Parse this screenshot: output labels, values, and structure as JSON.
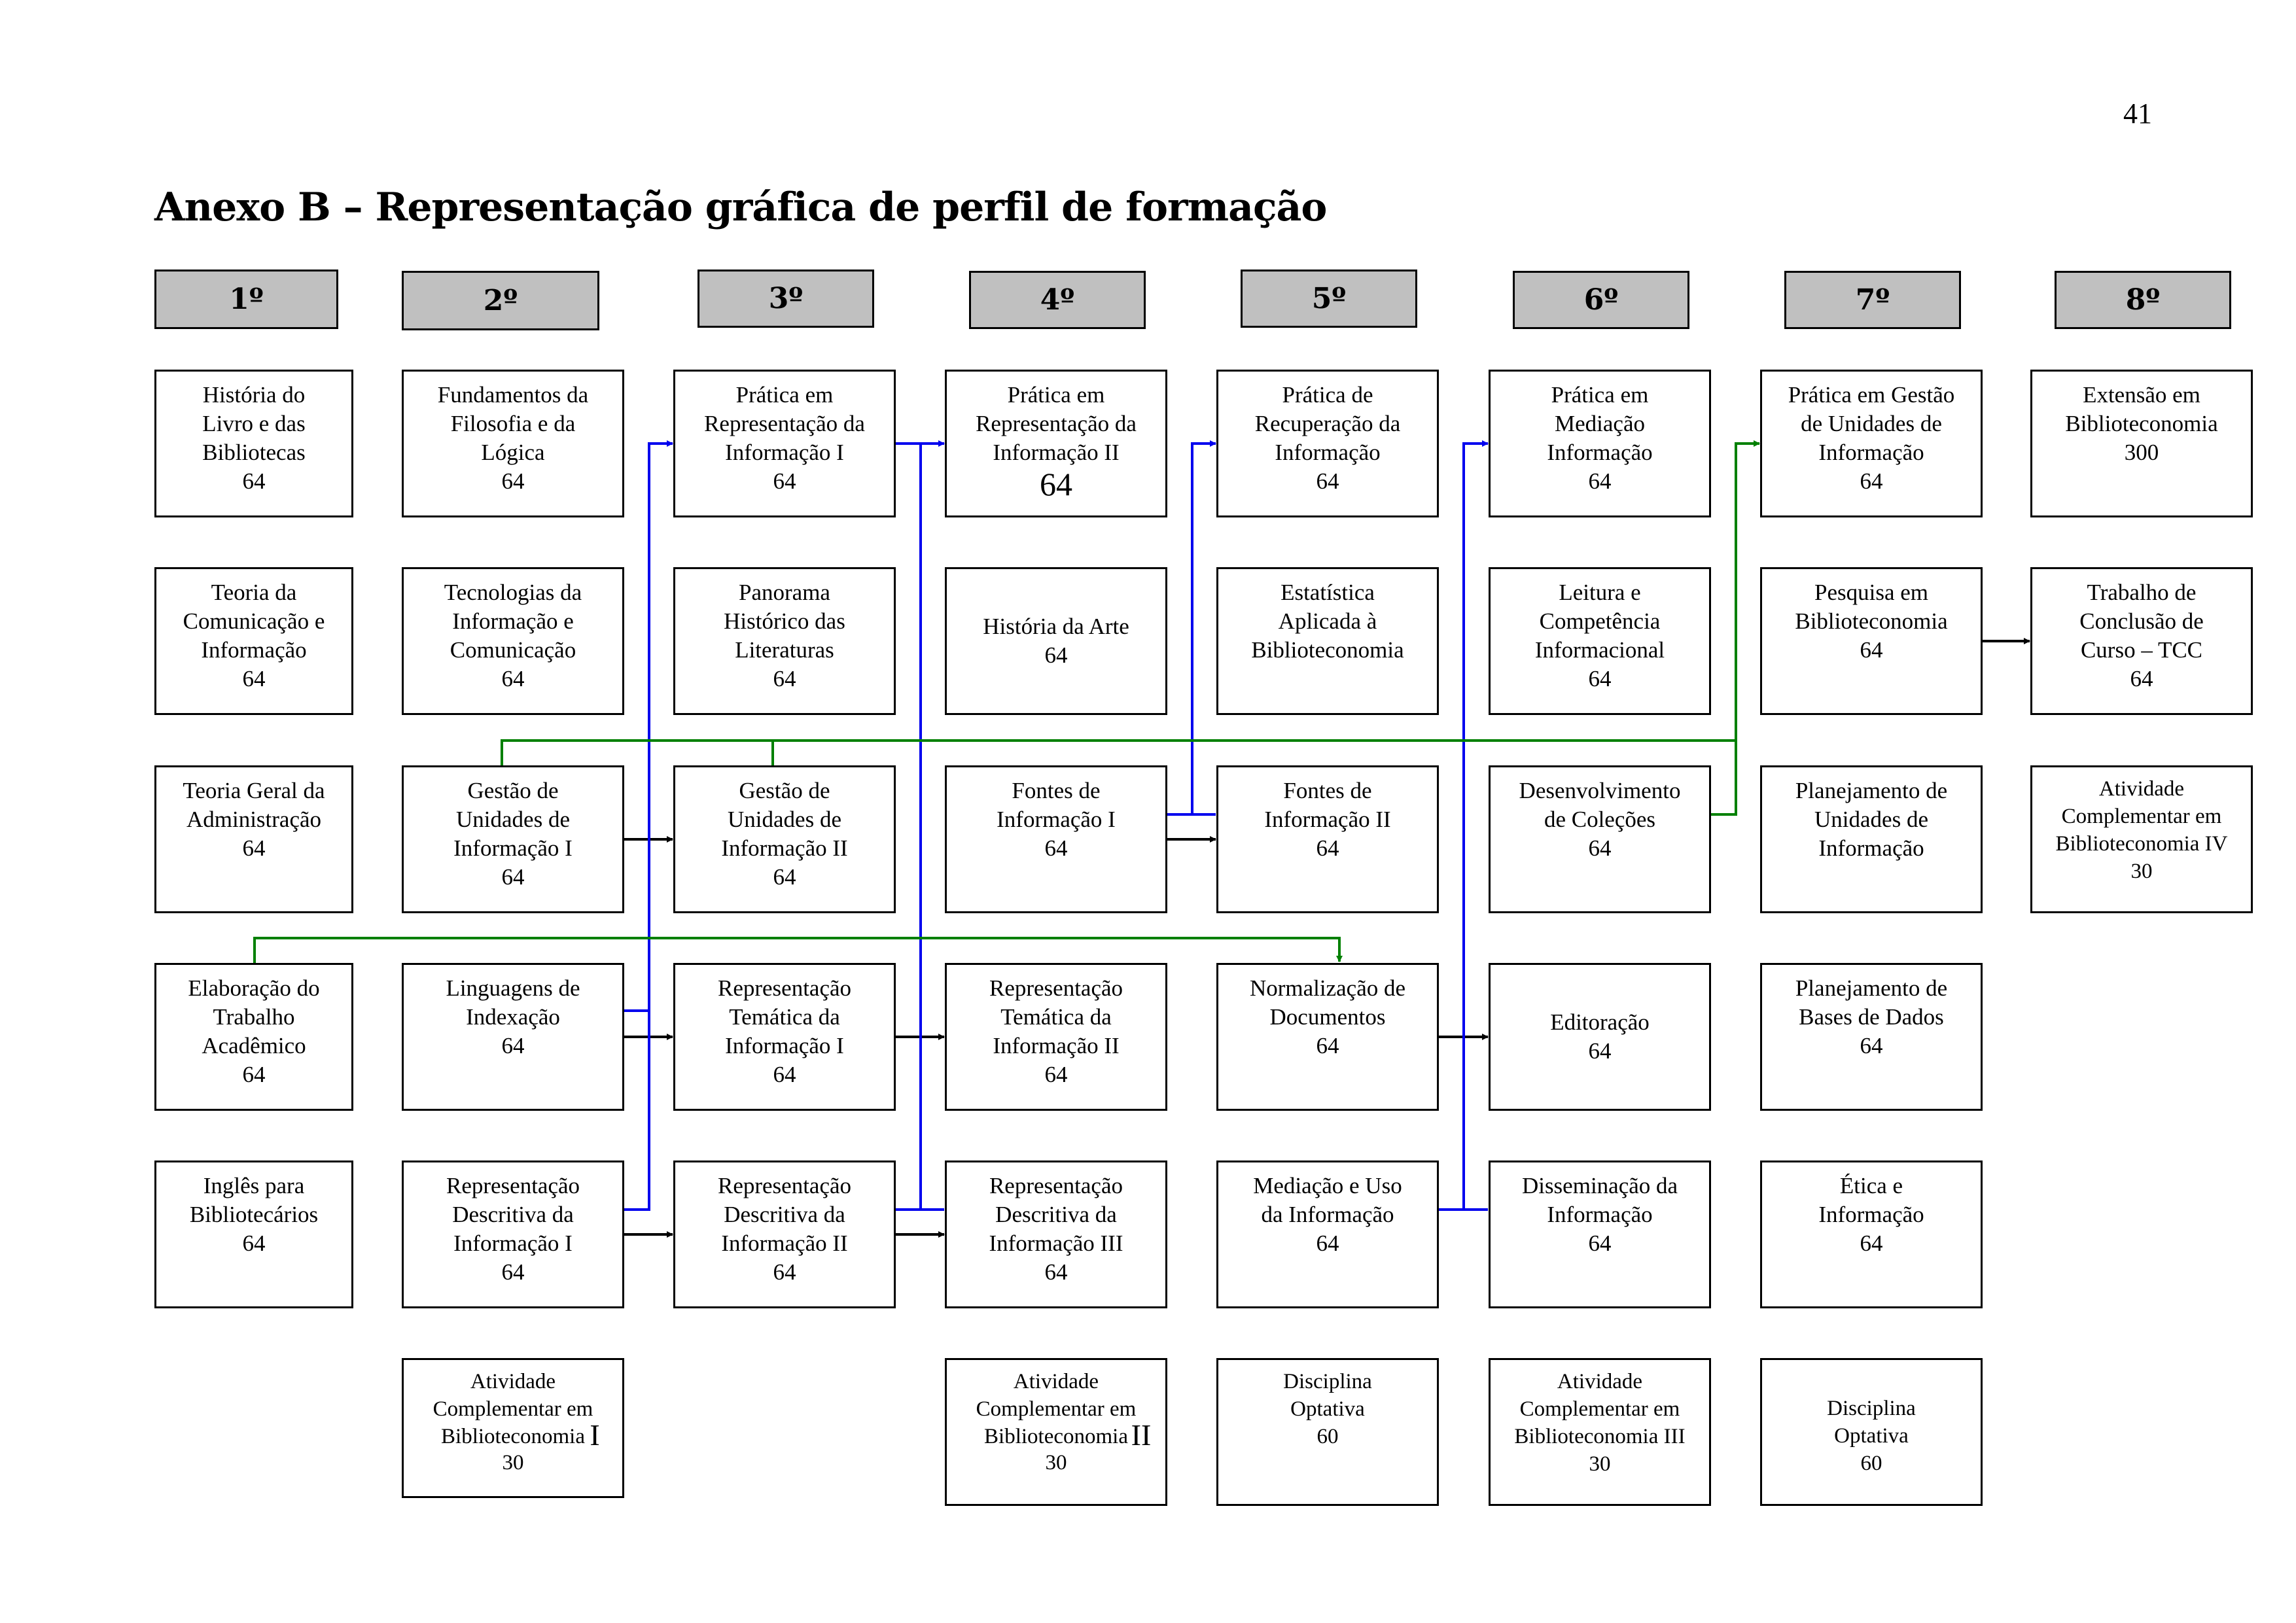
{
  "page_number": "41",
  "title": "Anexo B – Representação gráfica de perfil de formação",
  "colors": {
    "semester_fill": "#c0c0c0",
    "blue_link": "#0000ee",
    "green_link": "#008000",
    "arrow": "#000000"
  },
  "semesters": [
    "1º",
    "2º",
    "3º",
    "4º",
    "5º",
    "6º",
    "7º",
    "8º"
  ],
  "courses": {
    "s1": [
      {
        "title": "História do\nLivro e das\nBibliotecas",
        "hours": "64"
      },
      {
        "title": "Teoria da\nComunicação e\nInformação",
        "hours": "64"
      },
      {
        "title": "Teoria Geral da\nAdministração",
        "hours": "64"
      },
      {
        "title": "Elaboração do\nTrabalho\nAcadêmico",
        "hours": "64"
      },
      {
        "title": "Inglês para\nBibliotecários",
        "hours": "64"
      }
    ],
    "s2": [
      {
        "title": "Fundamentos da\nFilosofia e da\nLógica",
        "hours": "64"
      },
      {
        "title": "Tecnologias da\nInformação e\nComunicação",
        "hours": "64"
      },
      {
        "title": "Gestão de\nUnidades de\nInformação I",
        "hours": "64"
      },
      {
        "title": "Linguagens de\nIndexação",
        "hours": "64"
      },
      {
        "title": "Representação\nDescritiva da\nInformação I",
        "hours": "64"
      },
      {
        "title": "Atividade\nComplementar em\nBiblioteconomia",
        "roman": "I",
        "hours": "30"
      }
    ],
    "s3": [
      {
        "title": "Prática em\nRepresentação da\nInformação I",
        "hours": "64"
      },
      {
        "title": "Panorama\nHistórico das\nLiteraturas",
        "hours": "64"
      },
      {
        "title": "Gestão de\nUnidades de\nInformação II",
        "hours": "64"
      },
      {
        "title": "Representação\nTemática da\nInformação I",
        "hours": "64"
      },
      {
        "title": "Representação\nDescritiva da\nInformação II",
        "hours": "64"
      }
    ],
    "s4": [
      {
        "title": "Prática em\nRepresentação da\nInformação II",
        "hours": "64"
      },
      {
        "title": "História da Arte",
        "hours": "64"
      },
      {
        "title": "Fontes de\nInformação I",
        "hours": "64"
      },
      {
        "title": "Representação\nTemática da\nInformação II",
        "hours": "64"
      },
      {
        "title": "Representação\nDescritiva da\nInformação III",
        "hours": "64"
      },
      {
        "title": "Atividade\nComplementar em\nBiblioteconomia",
        "roman": "II",
        "hours": "30"
      }
    ],
    "s5": [
      {
        "title": "Prática de\nRecuperação da\nInformação",
        "hours": "64"
      },
      {
        "title": "Estatística\nAplicada à\nBiblioteconomia"
      },
      {
        "title": "Fontes de\nInformação II",
        "hours": "64"
      },
      {
        "title": "Normalização de\nDocumentos",
        "hours": "64"
      },
      {
        "title": "Mediação e Uso\nda Informação",
        "hours": "64"
      },
      {
        "title": "Disciplina\nOptativa",
        "hours": "60"
      }
    ],
    "s6": [
      {
        "title": "Prática em\nMediação\nInformação",
        "hours": "64"
      },
      {
        "title": "Leitura e\nCompetência\nInformacional",
        "hours": "64"
      },
      {
        "title": "Desenvolvimento\nde Coleções",
        "hours": "64"
      },
      {
        "title": "Editoração",
        "hours": "64"
      },
      {
        "title": "Disseminação da\nInformação",
        "hours": "64"
      },
      {
        "title": "Atividade\nComplementar em\nBiblioteconomia III",
        "hours": "30"
      }
    ],
    "s7": [
      {
        "title": "Prática em Gestão\nde Unidades de\nInformação",
        "hours": "64"
      },
      {
        "title": "Pesquisa em\nBiblioteconomia",
        "hours": "64"
      },
      {
        "title": "Planejamento de\nUnidades de\nInformação"
      },
      {
        "title": "Planejamento de\nBases de Dados",
        "hours": "64"
      },
      {
        "title": "Ética e\nInformação",
        "hours": "64"
      },
      {
        "title": "Disciplina\nOptativa",
        "hours": "60"
      }
    ],
    "s8": [
      {
        "title": "Extensão em\nBiblioteconomia",
        "hours": "300"
      },
      {
        "title": "Trabalho de\nConclusão de\nCurso – TCC",
        "hours": "64"
      },
      {
        "title": "Atividade\nComplementar em\nBiblioteconomia IV",
        "hours": "30"
      }
    ]
  }
}
